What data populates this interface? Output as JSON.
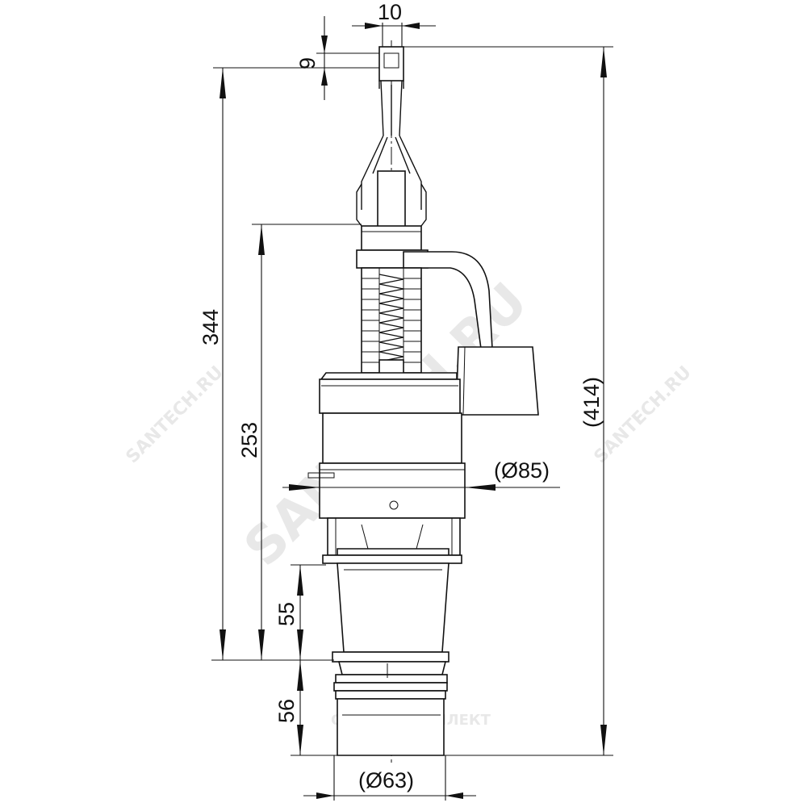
{
  "watermark": {
    "main": "SANTECH.RU",
    "side_left": "SANTECH.RU",
    "side_right": "SANTECH.RU",
    "bottom": "САНТЕХКОМПЛЕКТ"
  },
  "dimensions": {
    "top_width": "10",
    "top_gap": "9",
    "total_height": "(414)",
    "height_344": "344",
    "height_253": "253",
    "height_55": "55",
    "height_56": "56",
    "diameter_85": "(Ø85)",
    "diameter_63": "(Ø63)"
  }
}
